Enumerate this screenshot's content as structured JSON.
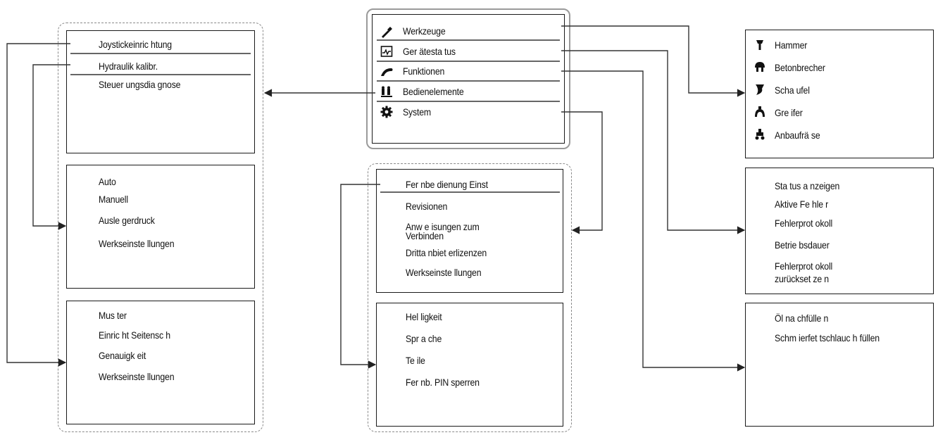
{
  "main_menu": {
    "items": [
      {
        "label": "Werkzeuge",
        "icon": "wrench-icon"
      },
      {
        "label": "Ger ätesta tus",
        "icon": "device-status-icon"
      },
      {
        "label": "Funktionen",
        "icon": "function-icon"
      },
      {
        "label": "Bedienelemente",
        "icon": "controls-icon"
      },
      {
        "label": "System",
        "icon": "gear-icon"
      }
    ]
  },
  "tools_panel": {
    "items": [
      {
        "label": "Hammer",
        "icon": "hammer-icon"
      },
      {
        "label": "Betonbrecher",
        "icon": "concrete-breaker-icon"
      },
      {
        "label": "Scha ufel",
        "icon": "bucket-icon"
      },
      {
        "label": "Gre ifer",
        "icon": "grapple-icon"
      },
      {
        "label": "Anbaufrä se",
        "icon": "milling-cutter-icon"
      }
    ]
  },
  "status_panel": {
    "items": [
      "Sta tus  a nzeigen",
      "Aktive Fe hle r",
      "Fehlerprot okoll",
      "Betrie bsdauer",
      "Fehlerprot okoll zurückset ze n"
    ]
  },
  "functions_panel": {
    "items": [
      "Öl na chfülle n",
      "Schm ierfet tschlauc h füllen"
    ]
  },
  "controls_panel_1": {
    "items": [
      "Joystickeinric htung",
      "Hydraulik  kalibr.",
      "Steuer ungsdia gnose"
    ]
  },
  "controls_panel_2": {
    "items": [
      "Auto",
      "Manuell",
      "Ausle gerdruck",
      "Werkseinste llungen"
    ]
  },
  "controls_panel_3": {
    "items": [
      "Mus ter",
      "Einric ht  Seitensc h",
      "Genauigk eit",
      "Werkseinste llungen"
    ]
  },
  "system_panel_1": {
    "items": [
      "Fer nbe dienung Einst",
      "Revisionen",
      "Anw e isungen zum Verbinden",
      "Dritta nbiet erlizenzen",
      "Werkseinste llungen"
    ]
  },
  "system_panel_2": {
    "items": [
      "Hel ligkeit",
      "Spr a che",
      "Te ile",
      "Fer nb. PIN sperren"
    ]
  }
}
